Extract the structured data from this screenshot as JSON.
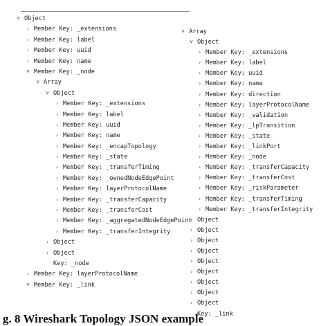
{
  "left_tree": [
    {
      "depth": 0,
      "arrow": "expanded",
      "text": "Object"
    },
    {
      "depth": 1,
      "arrow": "collapsed",
      "text": "Member Key: _extensions"
    },
    {
      "depth": 1,
      "arrow": "collapsed",
      "text": "Member Key: label"
    },
    {
      "depth": 1,
      "arrow": "collapsed",
      "text": "Member Key: uuid"
    },
    {
      "depth": 1,
      "arrow": "collapsed",
      "text": "Member Key: name"
    },
    {
      "depth": 1,
      "arrow": "expanded",
      "text": "Member Key: _node"
    },
    {
      "depth": 2,
      "arrow": "expanded",
      "text": "Array"
    },
    {
      "depth": 3,
      "arrow": "expanded",
      "text": "Object"
    },
    {
      "depth": 4,
      "arrow": "collapsed",
      "text": "Member Key: _extensions"
    },
    {
      "depth": 4,
      "arrow": "collapsed",
      "text": "Member Key: label"
    },
    {
      "depth": 4,
      "arrow": "collapsed",
      "text": "Member Key: uuid"
    },
    {
      "depth": 4,
      "arrow": "collapsed",
      "text": "Member Key: name"
    },
    {
      "depth": 4,
      "arrow": "collapsed",
      "text": "Member Key: _encapTopology"
    },
    {
      "depth": 4,
      "arrow": "collapsed",
      "text": "Member Key: _state"
    },
    {
      "depth": 4,
      "arrow": "collapsed",
      "text": "Member Key: _transferTiming"
    },
    {
      "depth": 4,
      "arrow": "collapsed",
      "text": "Member Key: _ownedNodeEdgePoint"
    },
    {
      "depth": 4,
      "arrow": "collapsed",
      "text": "Member Key: layerProtocolName"
    },
    {
      "depth": 4,
      "arrow": "collapsed",
      "text": "Member Key: _transferCapacity"
    },
    {
      "depth": 4,
      "arrow": "collapsed",
      "text": "Member Key: _transferCost"
    },
    {
      "depth": 4,
      "arrow": "collapsed",
      "text": "Member Key: _aggregatedNodeEdgePoint"
    },
    {
      "depth": 4,
      "arrow": "collapsed",
      "text": "Member Key: _transferIntegrity"
    },
    {
      "depth": 3,
      "arrow": "collapsed",
      "text": "Object"
    },
    {
      "depth": 3,
      "arrow": "collapsed",
      "text": "Object"
    },
    {
      "depth": 3,
      "arrow": "none",
      "text": "Key: _node"
    },
    {
      "depth": 1,
      "arrow": "collapsed",
      "text": "Member Key: layerProtocolName"
    },
    {
      "depth": 1,
      "arrow": "expanded",
      "text": "Member Key: _link"
    }
  ],
  "right_tree": [
    {
      "depth": 0,
      "arrow": "expanded",
      "text": "Array"
    },
    {
      "depth": 1,
      "arrow": "expanded",
      "text": "Object"
    },
    {
      "depth": 2,
      "arrow": "collapsed",
      "text": "Member Key: _extensions"
    },
    {
      "depth": 2,
      "arrow": "collapsed",
      "text": "Member Key: label"
    },
    {
      "depth": 2,
      "arrow": "collapsed",
      "text": "Member Key: uuid"
    },
    {
      "depth": 2,
      "arrow": "collapsed",
      "text": "Member Key: name"
    },
    {
      "depth": 2,
      "arrow": "collapsed",
      "text": "Member Key: direction"
    },
    {
      "depth": 2,
      "arrow": "collapsed",
      "text": "Member Key: layerProtocolName"
    },
    {
      "depth": 2,
      "arrow": "collapsed",
      "text": "Member Key: _validation"
    },
    {
      "depth": 2,
      "arrow": "collapsed",
      "text": "Member Key: _lpTransition"
    },
    {
      "depth": 2,
      "arrow": "collapsed",
      "text": "Member Key: _state"
    },
    {
      "depth": 2,
      "arrow": "collapsed",
      "text": "Member Key: _linkPort"
    },
    {
      "depth": 2,
      "arrow": "collapsed",
      "text": "Member Key: _node"
    },
    {
      "depth": 2,
      "arrow": "collapsed",
      "text": "Member Key: _transferCapacity"
    },
    {
      "depth": 2,
      "arrow": "collapsed",
      "text": "Member Key: _transferCost"
    },
    {
      "depth": 2,
      "arrow": "collapsed",
      "text": "Member Key: _riskParameter"
    },
    {
      "depth": 2,
      "arrow": "collapsed",
      "text": "Member Key: _transferTiming"
    },
    {
      "depth": 2,
      "arrow": "collapsed",
      "text": "Member Key: _transferIntegrity"
    },
    {
      "depth": 1,
      "arrow": "collapsed",
      "text": "Object"
    },
    {
      "depth": 1,
      "arrow": "collapsed",
      "text": "Object"
    },
    {
      "depth": 1,
      "arrow": "collapsed",
      "text": "Object"
    },
    {
      "depth": 1,
      "arrow": "collapsed",
      "text": "Object"
    },
    {
      "depth": 1,
      "arrow": "collapsed",
      "text": "Object"
    },
    {
      "depth": 1,
      "arrow": "collapsed",
      "text": "Object"
    },
    {
      "depth": 1,
      "arrow": "collapsed",
      "text": "Object"
    },
    {
      "depth": 1,
      "arrow": "collapsed",
      "text": "Object"
    },
    {
      "depth": 1,
      "arrow": "collapsed",
      "text": "Object"
    },
    {
      "depth": 1,
      "arrow": "none",
      "text": "Key: _link"
    }
  ],
  "caption": "g. 8 Wireshark Topology JSON example"
}
